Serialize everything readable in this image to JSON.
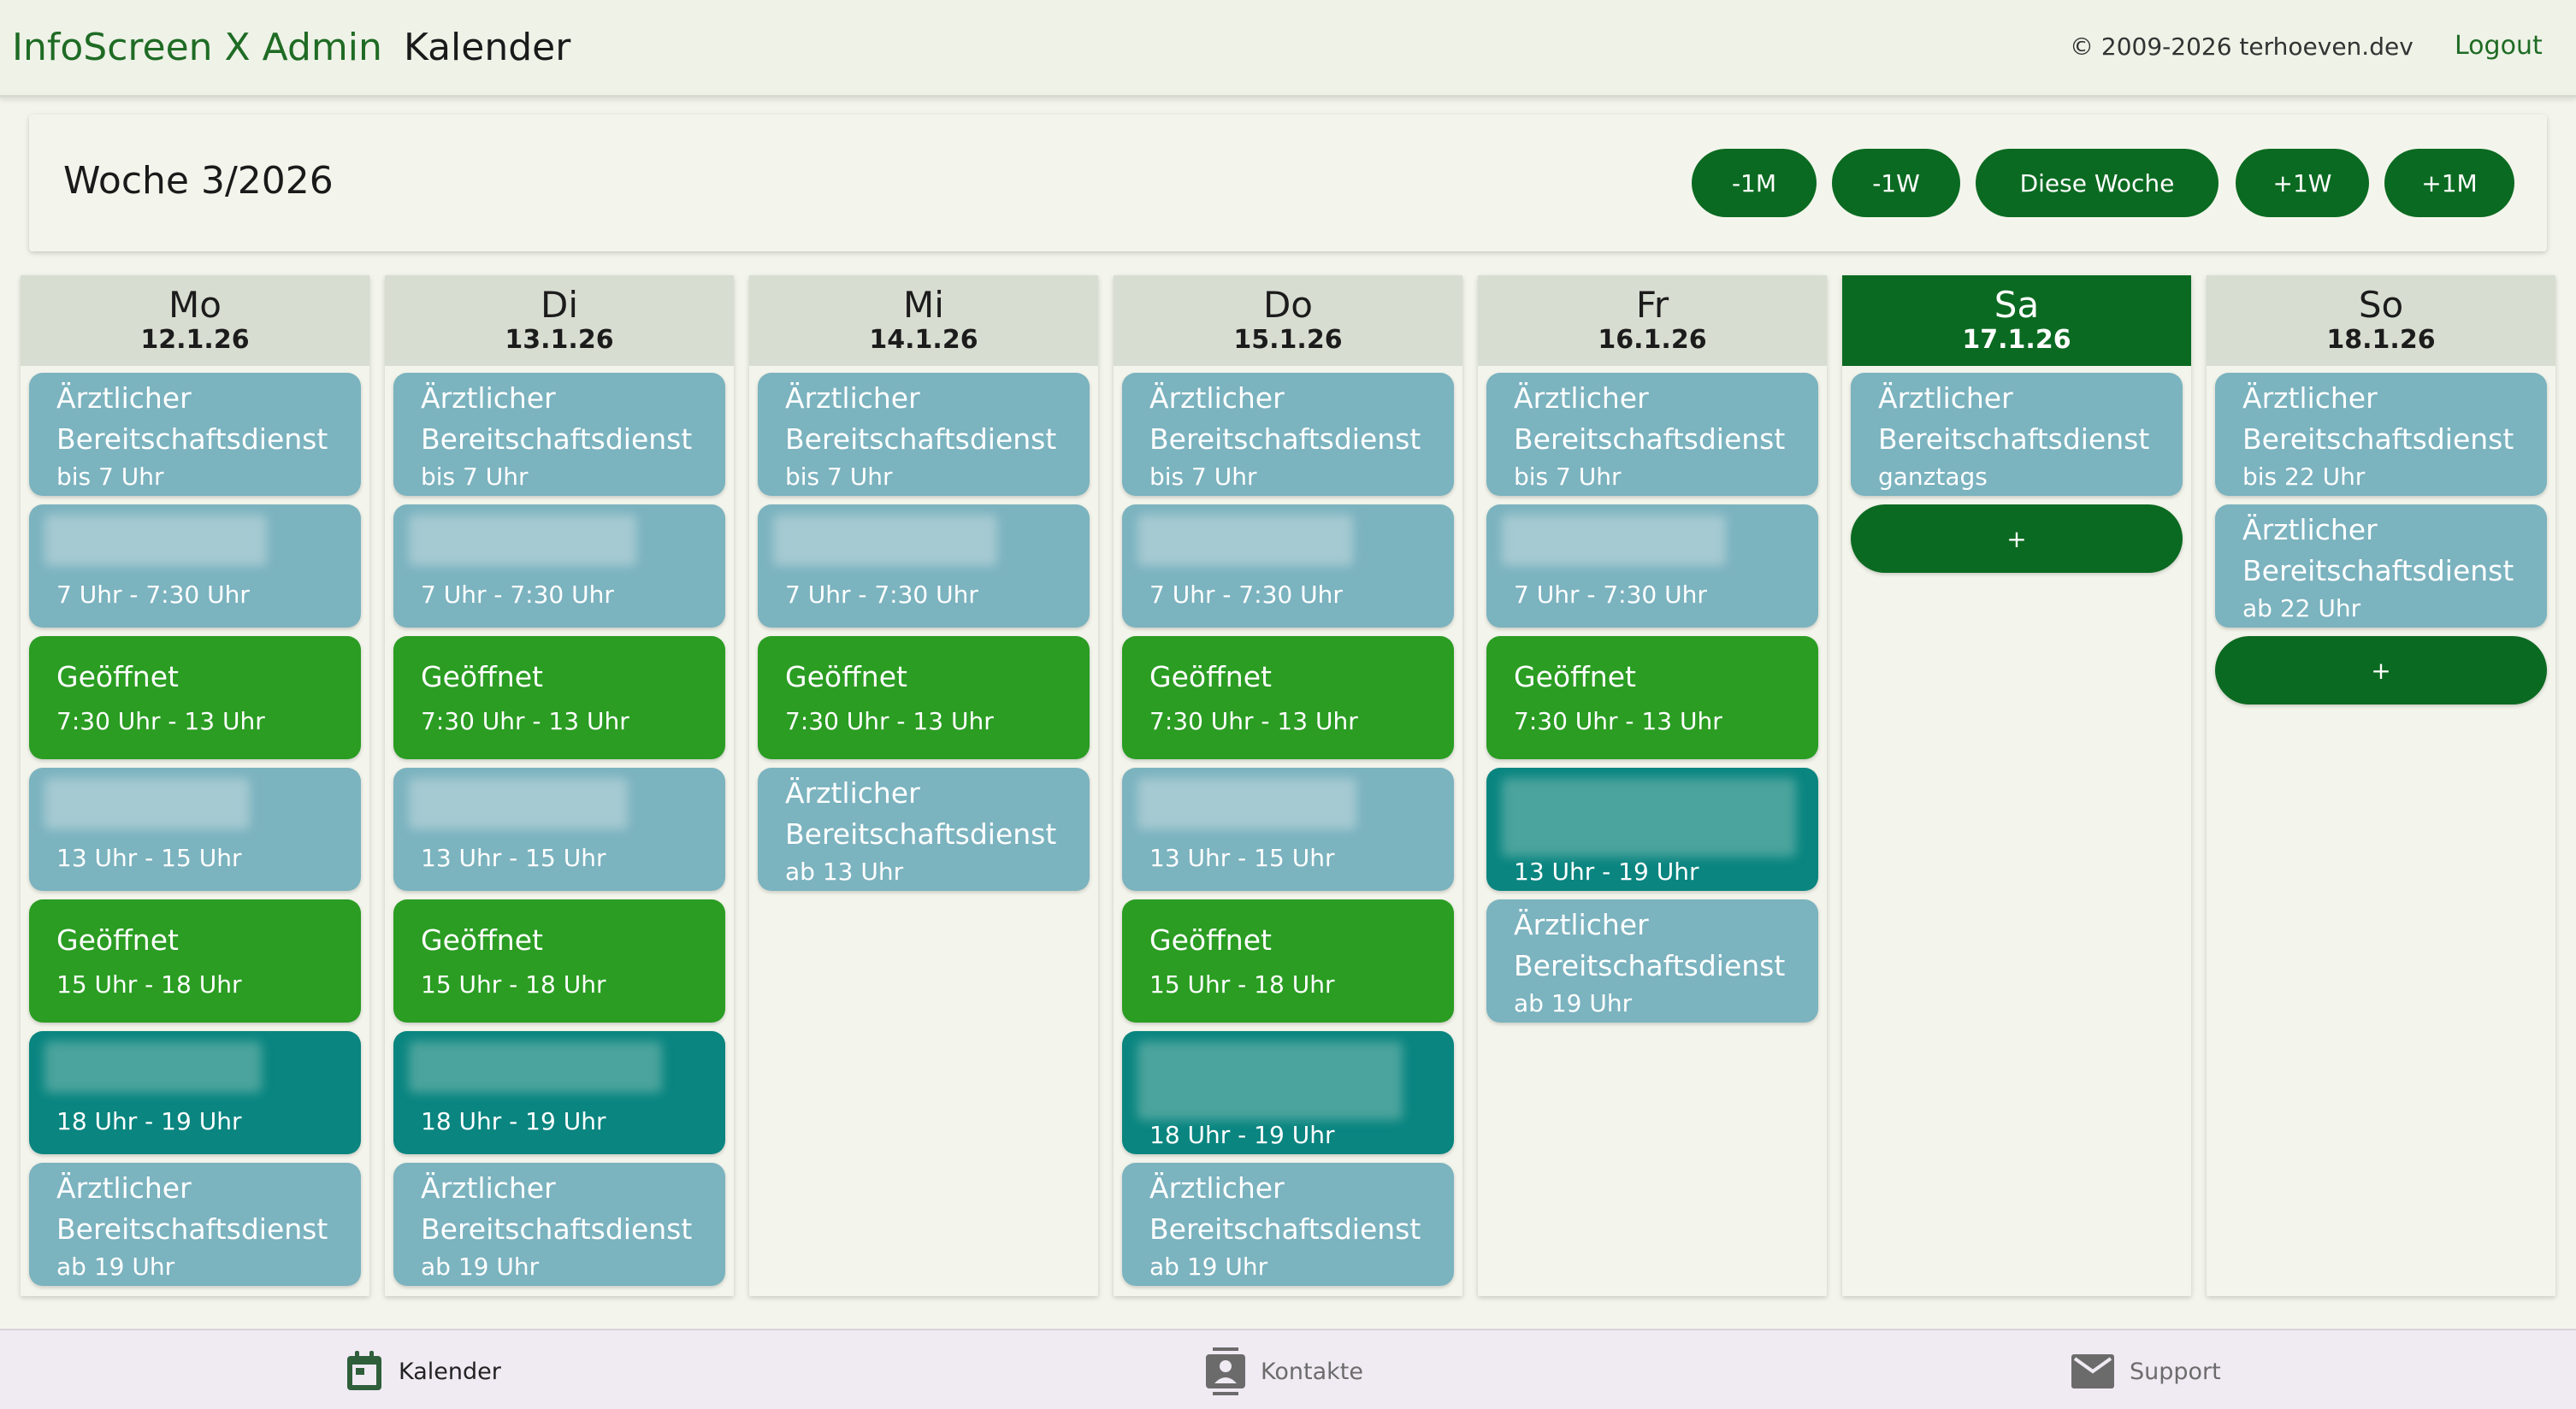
{
  "header": {
    "brand": "InfoScreen X Admin",
    "section": "Kalender",
    "copyright": "© 2009-2026 terhoeven.dev",
    "logout": "Logout"
  },
  "week": {
    "title": "Woche 3/2026",
    "buttons": [
      "-1M",
      "-1W",
      "Diese Woche",
      "+1W",
      "+1M"
    ]
  },
  "colors": {
    "accent": "#0b6a21",
    "bereitschaft": "#7bb3bf",
    "geoeffnet": "#2a9d22",
    "teal": "#0a8580"
  },
  "days": [
    {
      "name": "Mo",
      "date": "12.1.26",
      "today": false
    },
    {
      "name": "Di",
      "date": "13.1.26",
      "today": false
    },
    {
      "name": "Mi",
      "date": "14.1.26",
      "today": false
    },
    {
      "name": "Do",
      "date": "15.1.26",
      "today": false
    },
    {
      "name": "Fr",
      "date": "16.1.26",
      "today": false
    },
    {
      "name": "Sa",
      "date": "17.1.26",
      "today": true
    },
    {
      "name": "So",
      "date": "18.1.26",
      "today": false
    }
  ],
  "events": {
    "mo": [
      {
        "title": "Ärztlicher",
        "title2": "Bereitschaftsdienst",
        "time": "bis 7 Uhr"
      },
      {
        "time": "7 Uhr - 7:30 Uhr"
      },
      {
        "title": "Geöffnet",
        "time": "7:30 Uhr - 13 Uhr"
      },
      {
        "time": "13 Uhr - 15 Uhr"
      },
      {
        "title": "Geöffnet",
        "time": "15 Uhr - 18 Uhr"
      },
      {
        "time": "18 Uhr - 19 Uhr"
      },
      {
        "title": "Ärztlicher",
        "title2": "Bereitschaftsdienst",
        "time": "ab 19 Uhr"
      }
    ],
    "di": [
      {
        "title": "Ärztlicher",
        "title2": "Bereitschaftsdienst",
        "time": "bis 7 Uhr"
      },
      {
        "time": "7 Uhr - 7:30 Uhr"
      },
      {
        "title": "Geöffnet",
        "time": "7:30 Uhr - 13 Uhr"
      },
      {
        "time": "13 Uhr - 15 Uhr"
      },
      {
        "title": "Geöffnet",
        "time": "15 Uhr - 18 Uhr"
      },
      {
        "time": "18 Uhr - 19 Uhr"
      },
      {
        "title": "Ärztlicher",
        "title2": "Bereitschaftsdienst",
        "time": "ab 19 Uhr"
      }
    ],
    "mi": [
      {
        "title": "Ärztlicher",
        "title2": "Bereitschaftsdienst",
        "time": "bis 7 Uhr"
      },
      {
        "time": "7 Uhr - 7:30 Uhr"
      },
      {
        "title": "Geöffnet",
        "time": "7:30 Uhr - 13 Uhr"
      },
      {
        "title": "Ärztlicher",
        "title2": "Bereitschaftsdienst",
        "time": "ab 13 Uhr"
      }
    ],
    "do": [
      {
        "title": "Ärztlicher",
        "title2": "Bereitschaftsdienst",
        "time": "bis 7 Uhr"
      },
      {
        "time": "7 Uhr - 7:30 Uhr"
      },
      {
        "title": "Geöffnet",
        "time": "7:30 Uhr - 13 Uhr"
      },
      {
        "time": "13 Uhr - 15 Uhr"
      },
      {
        "title": "Geöffnet",
        "time": "15 Uhr - 18 Uhr"
      },
      {
        "time": "18 Uhr - 19 Uhr"
      },
      {
        "title": "Ärztlicher",
        "title2": "Bereitschaftsdienst",
        "time": "ab 19 Uhr"
      }
    ],
    "fr": [
      {
        "title": "Ärztlicher",
        "title2": "Bereitschaftsdienst",
        "time": "bis 7 Uhr"
      },
      {
        "time": "7 Uhr - 7:30 Uhr"
      },
      {
        "title": "Geöffnet",
        "time": "7:30 Uhr - 13 Uhr"
      },
      {
        "time": "13 Uhr - 19 Uhr"
      },
      {
        "title": "Ärztlicher",
        "title2": "Bereitschaftsdienst",
        "time": "ab 19 Uhr"
      }
    ],
    "sa": [
      {
        "title": "Ärztlicher",
        "title2": "Bereitschaftsdienst",
        "time": "ganztags"
      }
    ],
    "so": [
      {
        "title": "Ärztlicher",
        "title2": "Bereitschaftsdienst",
        "time": "bis 22 Uhr"
      },
      {
        "title": "Ärztlicher",
        "title2": "Bereitschaftsdienst",
        "time": "ab 22 Uhr"
      }
    ]
  },
  "add_label": "+",
  "bottom_nav": [
    {
      "label": "Kalender",
      "icon": "calendar-icon"
    },
    {
      "label": "Kontakte",
      "icon": "contacts-icon"
    },
    {
      "label": "Support",
      "icon": "mail-icon"
    }
  ]
}
